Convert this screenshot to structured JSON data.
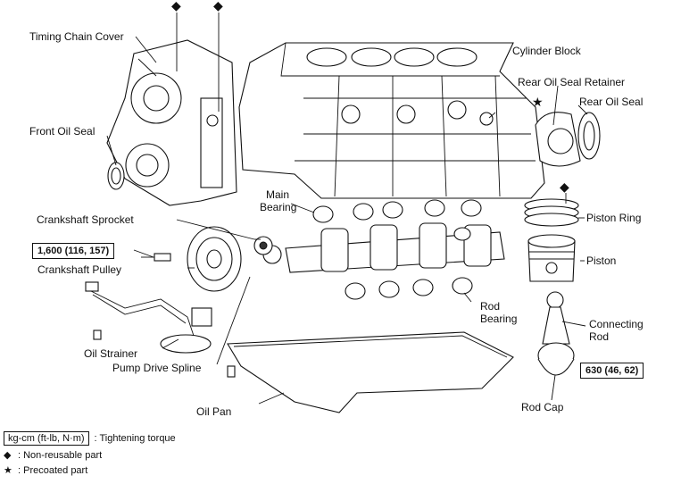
{
  "labels": {
    "timing_chain_cover": "Timing Chain Cover",
    "cylinder_block": "Cylinder Block",
    "rear_oil_seal_retainer": "Rear Oil Seal Retainer",
    "rear_oil_seal": "Rear Oil Seal",
    "front_oil_seal": "Front Oil Seal",
    "main_bearing_1": "Main",
    "main_bearing_2": "Bearing",
    "crankshaft_sprocket": "Crankshaft Sprocket",
    "piston_ring": "Piston Ring",
    "piston": "Piston",
    "crankshaft_pulley": "Crankshaft Pulley",
    "rod_bearing_1": "Rod",
    "rod_bearing_2": "Bearing",
    "oil_strainer": "Oil Strainer",
    "connecting_rod_1": "Connecting",
    "connecting_rod_2": "Rod",
    "pump_drive_spline": "Pump Drive Spline",
    "oil_pan": "Oil Pan",
    "rod_cap": "Rod Cap"
  },
  "torque": {
    "pulley_bolt": "1,600 (116, 157)",
    "rod_cap": "630 (46, 62)"
  },
  "legend": {
    "unit_box": "kg-cm (ft-lb, N·m)",
    "unit_text": ": Tightening torque",
    "diamond_text": ": Non-reusable part",
    "star_text": ": Precoated part"
  },
  "symbols": {
    "diamond": "◆",
    "star": "★"
  }
}
